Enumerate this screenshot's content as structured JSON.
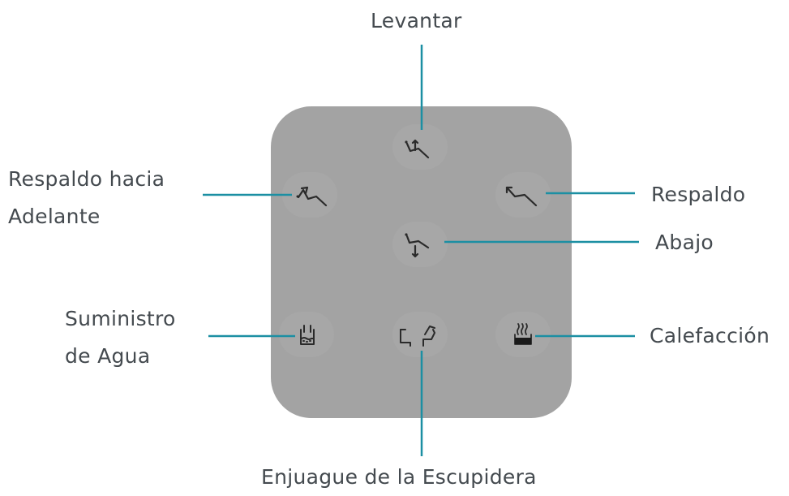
{
  "labels": {
    "raise": "Levantar",
    "backrest_forward_line1": "Respaldo hacia",
    "backrest_forward_line2": "Adelante",
    "backrest": "Respaldo",
    "lower": "Abajo",
    "water_supply_line1": "Suministro",
    "water_supply_line2": "de Agua",
    "heating": "Calefacción",
    "spittoon_rinse": "Enjuague de la Escupidera"
  },
  "colors": {
    "leader_line": "#1c8fa3",
    "panel": "#a3a3a3",
    "icon": "#2a2a2a",
    "text": "#444a4f"
  },
  "buttons": [
    {
      "id": "raise",
      "icon": "chair-raise-icon"
    },
    {
      "id": "backrest-forward",
      "icon": "backrest-forward-icon"
    },
    {
      "id": "backrest",
      "icon": "backrest-recline-icon"
    },
    {
      "id": "lower",
      "icon": "chair-lower-icon"
    },
    {
      "id": "water-supply",
      "icon": "cup-fill-icon"
    },
    {
      "id": "spittoon-rinse",
      "icon": "spittoon-rinse-icon"
    },
    {
      "id": "heating",
      "icon": "water-heating-icon"
    }
  ]
}
